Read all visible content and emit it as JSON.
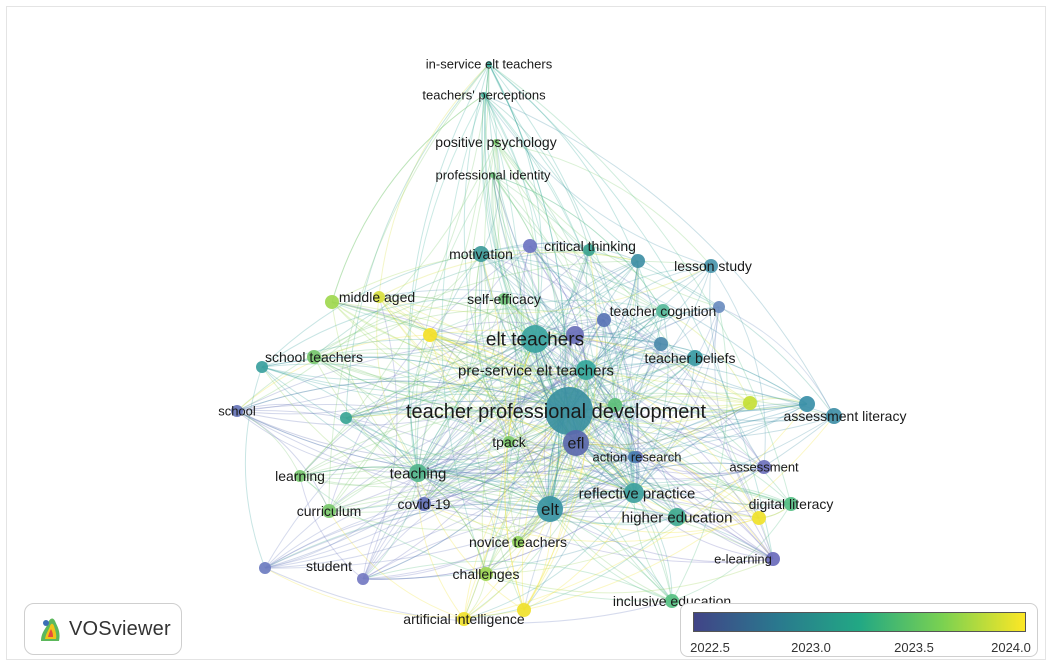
{
  "app": {
    "logo_text": "VOSviewer"
  },
  "color_scale": {
    "ticks": [
      "2022.5",
      "2023.0",
      "2023.5",
      "2024.0"
    ],
    "min": 2022.3,
    "max": 2024.1,
    "stops": [
      "#414487",
      "#2a788e",
      "#22a884",
      "#7ad151",
      "#fde725"
    ]
  },
  "nodes": [
    {
      "id": "in-service-elt-teachers",
      "label": "in-service elt teachers",
      "size": 3,
      "color": "#36a99a"
    },
    {
      "id": "teachers-perceptions",
      "label": "teachers' perceptions",
      "size": 3,
      "color": "#45b39d"
    },
    {
      "id": "positive-psychology",
      "label": "positive psychology",
      "size": 3,
      "color": "#7acb6b"
    },
    {
      "id": "professional-identity",
      "label": "professional identity",
      "size": 3,
      "color": "#6cc47c"
    },
    {
      "id": "motivation",
      "label": "motivation",
      "size": 8,
      "color": "#3e9b9a"
    },
    {
      "id": "critical-thinking",
      "label": "critical thinking",
      "size": 7,
      "color": "#6e74c2"
    },
    {
      "id": "critical-thinking-2",
      "label": "",
      "size": 6,
      "color": "#3aa38f"
    },
    {
      "id": "lesson-study-a",
      "label": "",
      "size": 7,
      "color": "#3f8fa5"
    },
    {
      "id": "lesson-study",
      "label": "lesson study",
      "size": 7,
      "color": "#4a96ad"
    },
    {
      "id": "middle-aged",
      "label": "middle aged",
      "size": 7,
      "color": "#9fd84f"
    },
    {
      "id": "middle-aged-2",
      "label": "",
      "size": 6,
      "color": "#d9df3e"
    },
    {
      "id": "self-efficacy",
      "label": "self-efficacy",
      "size": 6,
      "color": "#71c57a"
    },
    {
      "id": "teacher-cognition",
      "label": "teacher cognition",
      "size": 7,
      "color": "#56b99a"
    },
    {
      "id": "teacher-cognition-a",
      "label": "",
      "size": 7,
      "color": "#5974b5"
    },
    {
      "id": "teacher-cognition-b",
      "label": "",
      "size": 6,
      "color": "#6b8dc0"
    },
    {
      "id": "yellow-upper",
      "label": "",
      "size": 7,
      "color": "#f4e129"
    },
    {
      "id": "elt-teachers",
      "label": "elt teachers",
      "size": 14,
      "color": "#3aa39f"
    },
    {
      "id": "elt-teachers-purple",
      "label": "",
      "size": 9,
      "color": "#6a6fb9"
    },
    {
      "id": "school-teachers",
      "label": "school teachers",
      "size": 7,
      "color": "#76c56d"
    },
    {
      "id": "school-teachers-2",
      "label": "",
      "size": 6,
      "color": "#3aa09e"
    },
    {
      "id": "teacher-beliefs",
      "label": "teacher beliefs",
      "size": 8,
      "color": "#3a9aa3"
    },
    {
      "id": "teacher-beliefs-a",
      "label": "",
      "size": 7,
      "color": "#4c8aab"
    },
    {
      "id": "pre-service-elt-teachers",
      "label": "pre-service elt teachers",
      "size": 10,
      "color": "#35a79a"
    },
    {
      "id": "school",
      "label": "school",
      "size": 6,
      "color": "#6674b8"
    },
    {
      "id": "teacher-professional-development",
      "label": "teacher professional development",
      "size": 24,
      "color": "#3a8fa0"
    },
    {
      "id": "tpd-green",
      "label": "",
      "size": 7,
      "color": "#5dbf7b"
    },
    {
      "id": "assessment-literacy-yellow",
      "label": "",
      "size": 7,
      "color": "#c6df36"
    },
    {
      "id": "assessment-literacy-a",
      "label": "",
      "size": 8,
      "color": "#3a8fa8"
    },
    {
      "id": "assessment-literacy",
      "label": "assessment literacy",
      "size": 8,
      "color": "#3f8ea6"
    },
    {
      "id": "left-teal",
      "label": "",
      "size": 6,
      "color": "#3aa595"
    },
    {
      "id": "tpack",
      "label": "tpack",
      "size": 6,
      "color": "#7bc96b"
    },
    {
      "id": "efl",
      "label": "efl",
      "size": 13,
      "color": "#5a68ad"
    },
    {
      "id": "action-research",
      "label": "action research",
      "size": 6,
      "color": "#6470b5"
    },
    {
      "id": "action-research-2",
      "label": "",
      "size": 6,
      "color": "#4b7fb1"
    },
    {
      "id": "learning",
      "label": "learning",
      "size": 6,
      "color": "#76c66e"
    },
    {
      "id": "teaching",
      "label": "teaching",
      "size": 9,
      "color": "#52b58c"
    },
    {
      "id": "assessment",
      "label": "assessment",
      "size": 7,
      "color": "#6f72bd"
    },
    {
      "id": "reflective-practice",
      "label": "reflective practice",
      "size": 10,
      "color": "#3ea19e"
    },
    {
      "id": "curriculum",
      "label": "curriculum",
      "size": 7,
      "color": "#7ac86b"
    },
    {
      "id": "covid-19",
      "label": "covid-19",
      "size": 7,
      "color": "#6471b8"
    },
    {
      "id": "elt",
      "label": "elt",
      "size": 13,
      "color": "#3a94a3"
    },
    {
      "id": "higher-education",
      "label": "higher education",
      "size": 9,
      "color": "#3fa98f"
    },
    {
      "id": "digital-literacy",
      "label": "digital literacy",
      "size": 7,
      "color": "#55bf84"
    },
    {
      "id": "digital-literacy-yellow",
      "label": "",
      "size": 7,
      "color": "#f0e22a"
    },
    {
      "id": "novice-teachers",
      "label": "novice teachers",
      "size": 6,
      "color": "#8fd25a"
    },
    {
      "id": "e-learning",
      "label": "e-learning",
      "size": 7,
      "color": "#6a6bbc"
    },
    {
      "id": "student",
      "label": "student",
      "size": 6,
      "color": "#6c7cc0"
    },
    {
      "id": "student-2",
      "label": "",
      "size": 6,
      "color": "#7479c2"
    },
    {
      "id": "challenges",
      "label": "challenges",
      "size": 7,
      "color": "#9cd553"
    },
    {
      "id": "inclusive-education",
      "label": "inclusive education",
      "size": 7,
      "color": "#56c082"
    },
    {
      "id": "artificial-intelligence",
      "label": "artificial intelligence",
      "size": 7,
      "color": "#f0e12b"
    },
    {
      "id": "artificial-intelligence-2",
      "label": "",
      "size": 7,
      "color": "#f0e12b"
    }
  ]
}
